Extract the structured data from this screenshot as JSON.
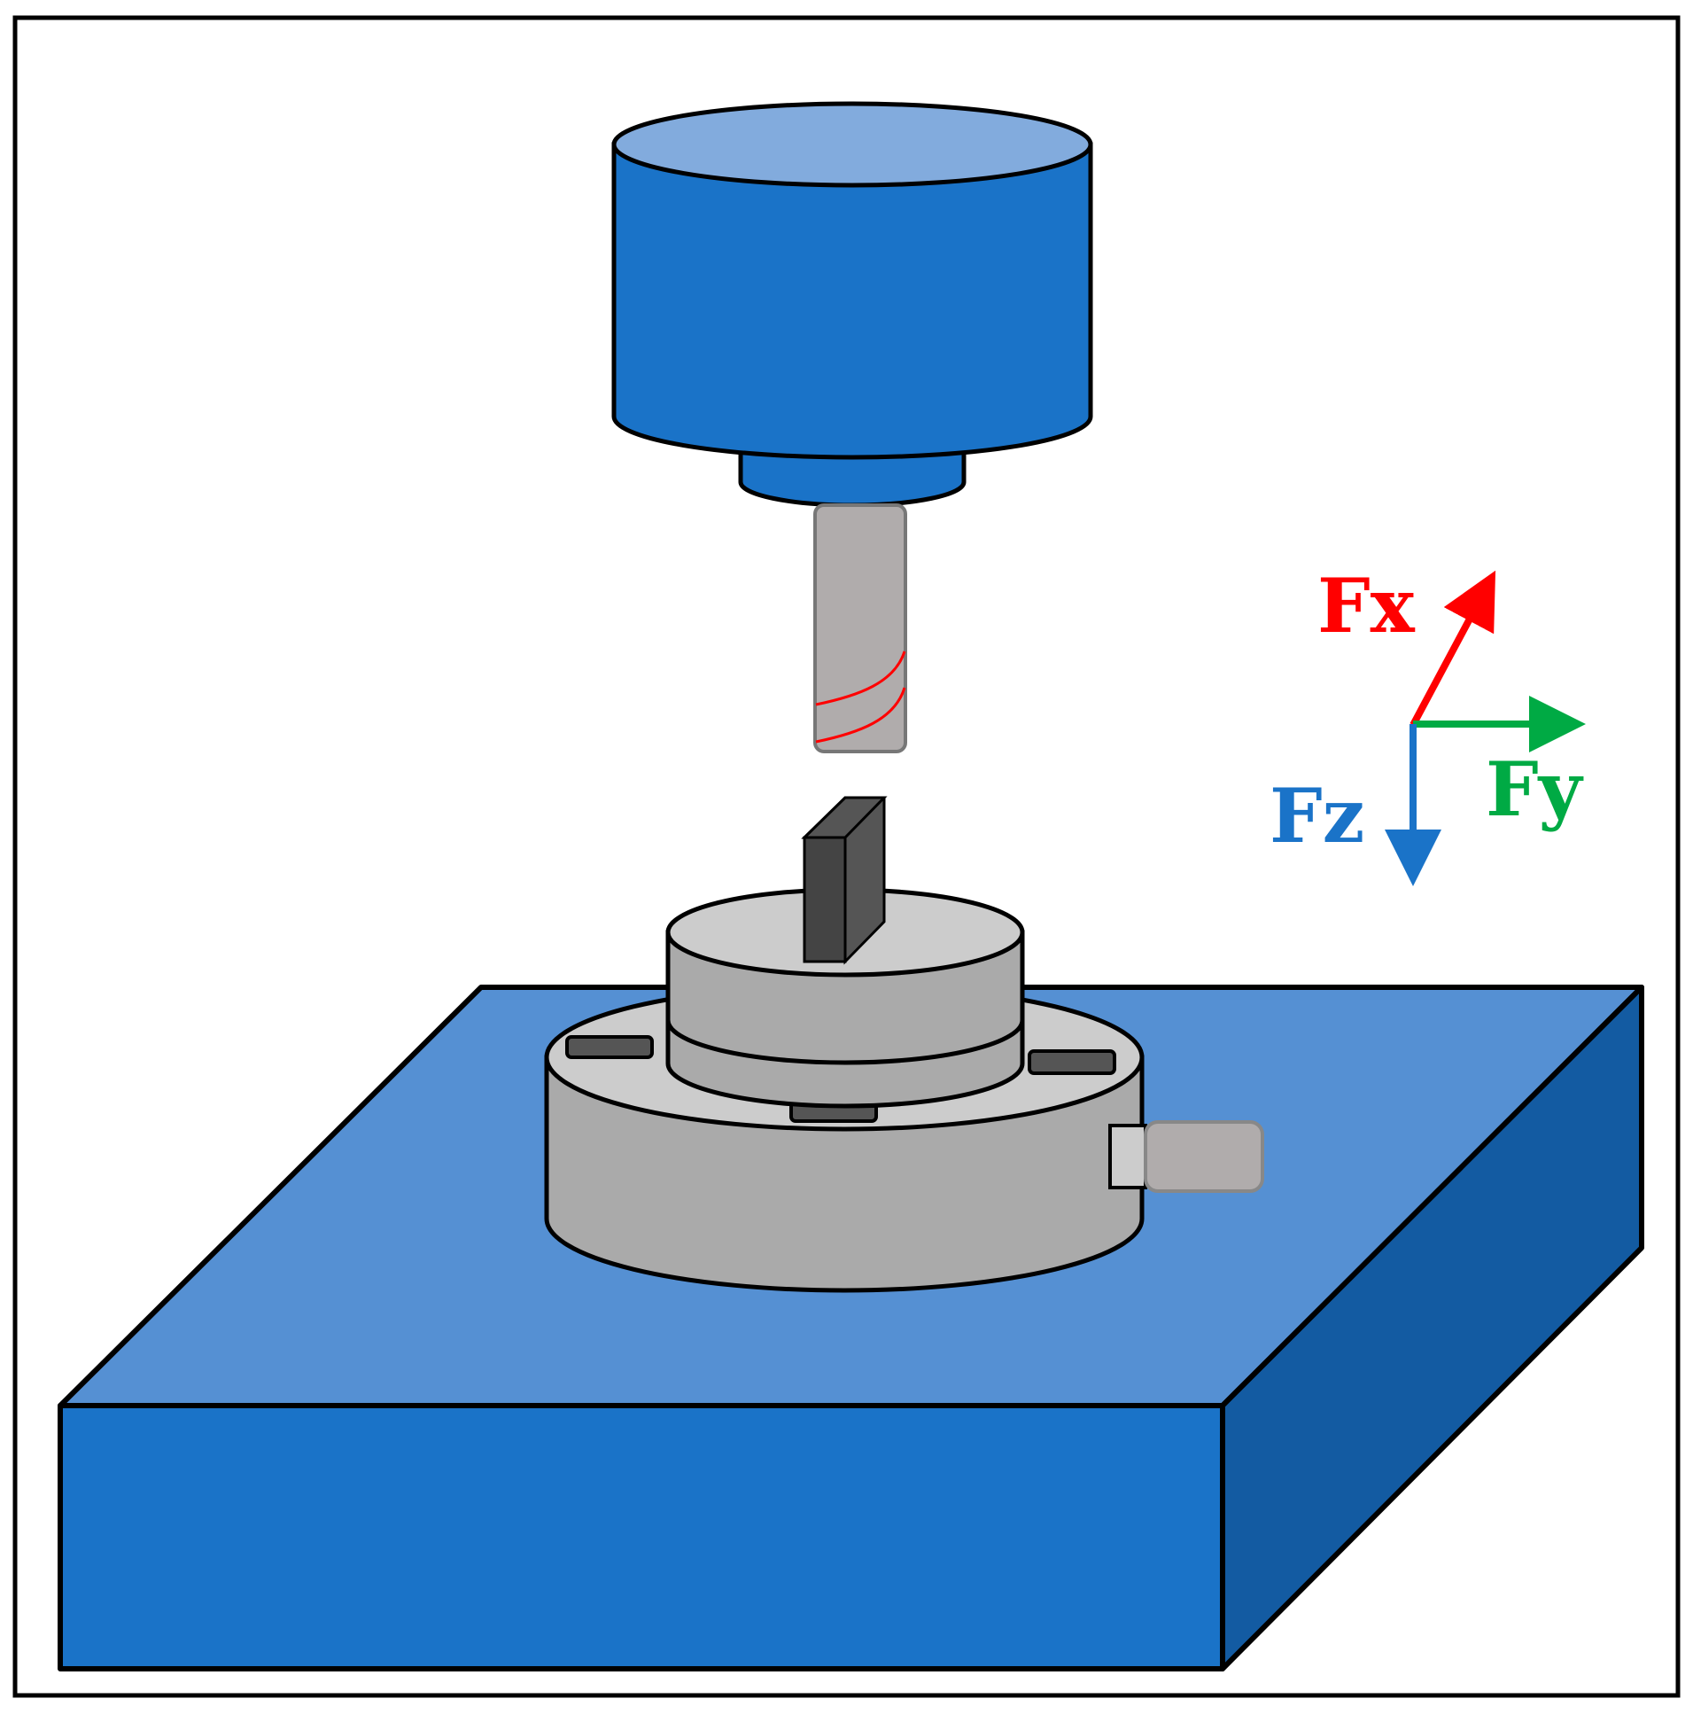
{
  "colors": {
    "spindle_blue": "#1a73c8",
    "spindle_top": "#82abdd",
    "table_top": "#5590d3",
    "table_front": "#1a73c8",
    "table_side": "#135ba2",
    "metal_light": "#cccccc",
    "metal_mid": "#aaaaaa",
    "tool_gray": "#b0acac",
    "workpiece_dark": "#555555",
    "workpiece_face": "#444444",
    "flute_red": "#ff0000",
    "fx_color": "#ff0000",
    "fy_color": "#00aa44",
    "fz_color": "#1a73c8",
    "outline": "#000000"
  },
  "axes": {
    "fx_label": "Fx",
    "fy_label": "Fy",
    "fz_label": "Fz"
  }
}
